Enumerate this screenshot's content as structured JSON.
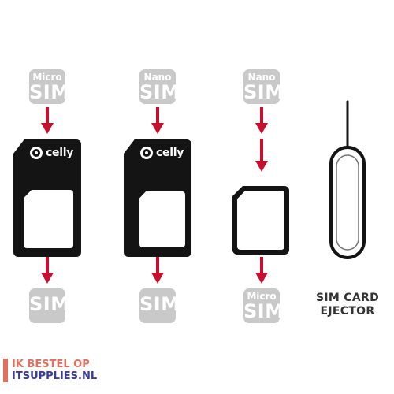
{
  "colors": {
    "accent_arrow": "#c8102e",
    "badge_gray": "#c9c9c9",
    "adapter_black": "#141414",
    "watermark_orange": "#e36f5f",
    "watermark_blue": "#3a3aa0"
  },
  "columns": [
    {
      "top_badge": {
        "small": "Micro",
        "big": "SIM"
      },
      "adapter_logo": "celly",
      "bottom_badge": {
        "small": "",
        "big": "SIM"
      }
    },
    {
      "top_badge": {
        "small": "Nano",
        "big": "SIM"
      },
      "adapter_logo": "celly",
      "bottom_badge": {
        "small": "",
        "big": "SIM"
      }
    },
    {
      "top_badge": {
        "small": "Nano",
        "big": "SIM"
      },
      "bottom_badge": {
        "small": "Micro",
        "big": "SIM"
      }
    }
  ],
  "ejector": {
    "label_line1": "SIM CARD",
    "label_line2": "EJECTOR"
  },
  "watermark": {
    "line1": "IK BESTEL OP",
    "line2": "ITSUPPLIES.NL"
  }
}
